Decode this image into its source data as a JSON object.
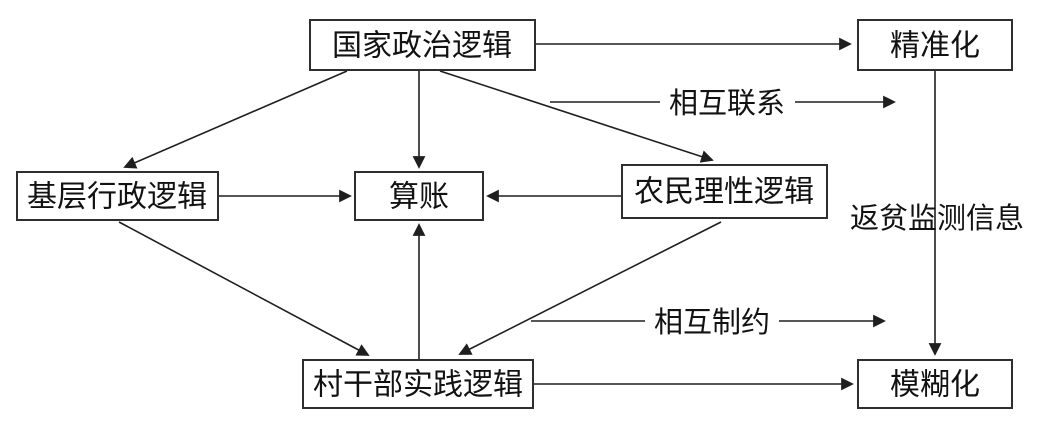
{
  "diagram": {
    "background_color": "#ffffff",
    "line_color": "#1f1f1f",
    "text_color": "#121212",
    "box_fill": "#ffffff",
    "box_border_color": "#2e2e2e",
    "nodes": [
      {
        "id": "national-political-logic",
        "label": "国家政治逻辑"
      },
      {
        "id": "precision",
        "label": "精准化"
      },
      {
        "id": "grassroots-administrative-logic",
        "label": "基层行政逻辑"
      },
      {
        "id": "accounting",
        "label": "算账"
      },
      {
        "id": "farmer-rational-logic",
        "label": "农民理性逻辑"
      },
      {
        "id": "village-cadre-practice-logic",
        "label": "村干部实践逻辑"
      },
      {
        "id": "fuzzification",
        "label": "模糊化"
      }
    ],
    "edge_labels": [
      {
        "id": "mutual-connection",
        "text": "相互联系"
      },
      {
        "id": "mutual-constraint",
        "text": "相互制约"
      },
      {
        "id": "poverty-return-monitoring-info",
        "text": "返贫监测信息"
      }
    ],
    "edges": [
      {
        "from": "国家政治逻辑",
        "to": "精准化",
        "arrow": "single"
      },
      {
        "from": "国家政治逻辑",
        "to": "基层行政逻辑",
        "arrow": "single"
      },
      {
        "from": "国家政治逻辑",
        "to": "算账",
        "arrow": "single"
      },
      {
        "from": "国家政治逻辑",
        "to": "农民理性逻辑",
        "arrow": "single"
      },
      {
        "from": "基层行政逻辑",
        "to": "算账",
        "arrow": "single"
      },
      {
        "from": "农民理性逻辑",
        "to": "算账",
        "arrow": "single"
      },
      {
        "from": "基层行政逻辑",
        "to": "村干部实践逻辑",
        "arrow": "single"
      },
      {
        "from": "农民理性逻辑",
        "to": "村干部实践逻辑",
        "arrow": "single"
      },
      {
        "from": "村干部实践逻辑",
        "to": "算账",
        "arrow": "single"
      },
      {
        "from": "村干部实践逻辑",
        "to": "模糊化",
        "arrow": "single"
      },
      {
        "from": "精准化",
        "to": "模糊化",
        "arrow": "single",
        "label": "返贫监测信息"
      },
      {
        "label": "相互联系",
        "arrow": "single",
        "direction": "right"
      },
      {
        "label": "相互制约",
        "arrow": "single",
        "direction": "right"
      }
    ]
  }
}
